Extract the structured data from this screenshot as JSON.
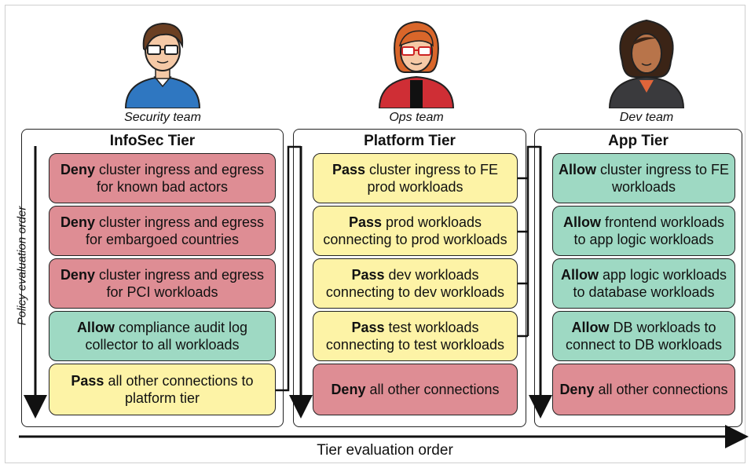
{
  "teams": [
    {
      "label": "Security team"
    },
    {
      "label": "Ops team"
    },
    {
      "label": "Dev team"
    }
  ],
  "tiers": [
    {
      "title": "InfoSec Tier",
      "cards": [
        {
          "verb": "Deny",
          "rest": " cluster ingress and egress for known bad actors",
          "color": "#de8d94"
        },
        {
          "verb": "Deny",
          "rest": " cluster ingress and egress for embargoed countries",
          "color": "#de8d94"
        },
        {
          "verb": "Deny",
          "rest": " cluster ingress and egress for PCI workloads",
          "color": "#de8d94"
        },
        {
          "verb": "Allow",
          "rest": " compliance audit log collector to all workloads",
          "color": "#9ed9c3"
        },
        {
          "verb": "Pass",
          "rest": " all other connections to platform tier",
          "color": "#fdf3a6"
        }
      ]
    },
    {
      "title": "Platform Tier",
      "cards": [
        {
          "verb": "Pass",
          "rest": " cluster ingress to FE prod workloads",
          "color": "#fdf3a6"
        },
        {
          "verb": "Pass",
          "rest": " prod workloads connecting to prod workloads",
          "color": "#fdf3a6"
        },
        {
          "verb": "Pass",
          "rest": " dev workloads connecting to dev workloads",
          "color": "#fdf3a6"
        },
        {
          "verb": "Pass",
          "rest": " test workloads connecting to test workloads",
          "color": "#fdf3a6"
        },
        {
          "verb": "Deny",
          "rest": " all other connections",
          "color": "#de8d94"
        }
      ]
    },
    {
      "title": "App Tier",
      "cards": [
        {
          "verb": "Allow",
          "rest": " cluster ingress to FE workloads",
          "color": "#9ed9c3"
        },
        {
          "verb": "Allow",
          "rest": " frontend workloads to app logic workloads",
          "color": "#9ed9c3"
        },
        {
          "verb": "Allow",
          "rest": " app logic workloads to database workloads",
          "color": "#9ed9c3"
        },
        {
          "verb": "Allow",
          "rest": " DB workloads to connect to DB workloads",
          "color": "#9ed9c3"
        },
        {
          "verb": "Deny",
          "rest": " all other connections",
          "color": "#de8d94"
        }
      ]
    }
  ],
  "axis": {
    "policy_order": "Policy evaluation order",
    "tier_order": "Tier evaluation order"
  },
  "icons": [
    "security-person-icon",
    "ops-person-icon",
    "dev-person-icon"
  ]
}
